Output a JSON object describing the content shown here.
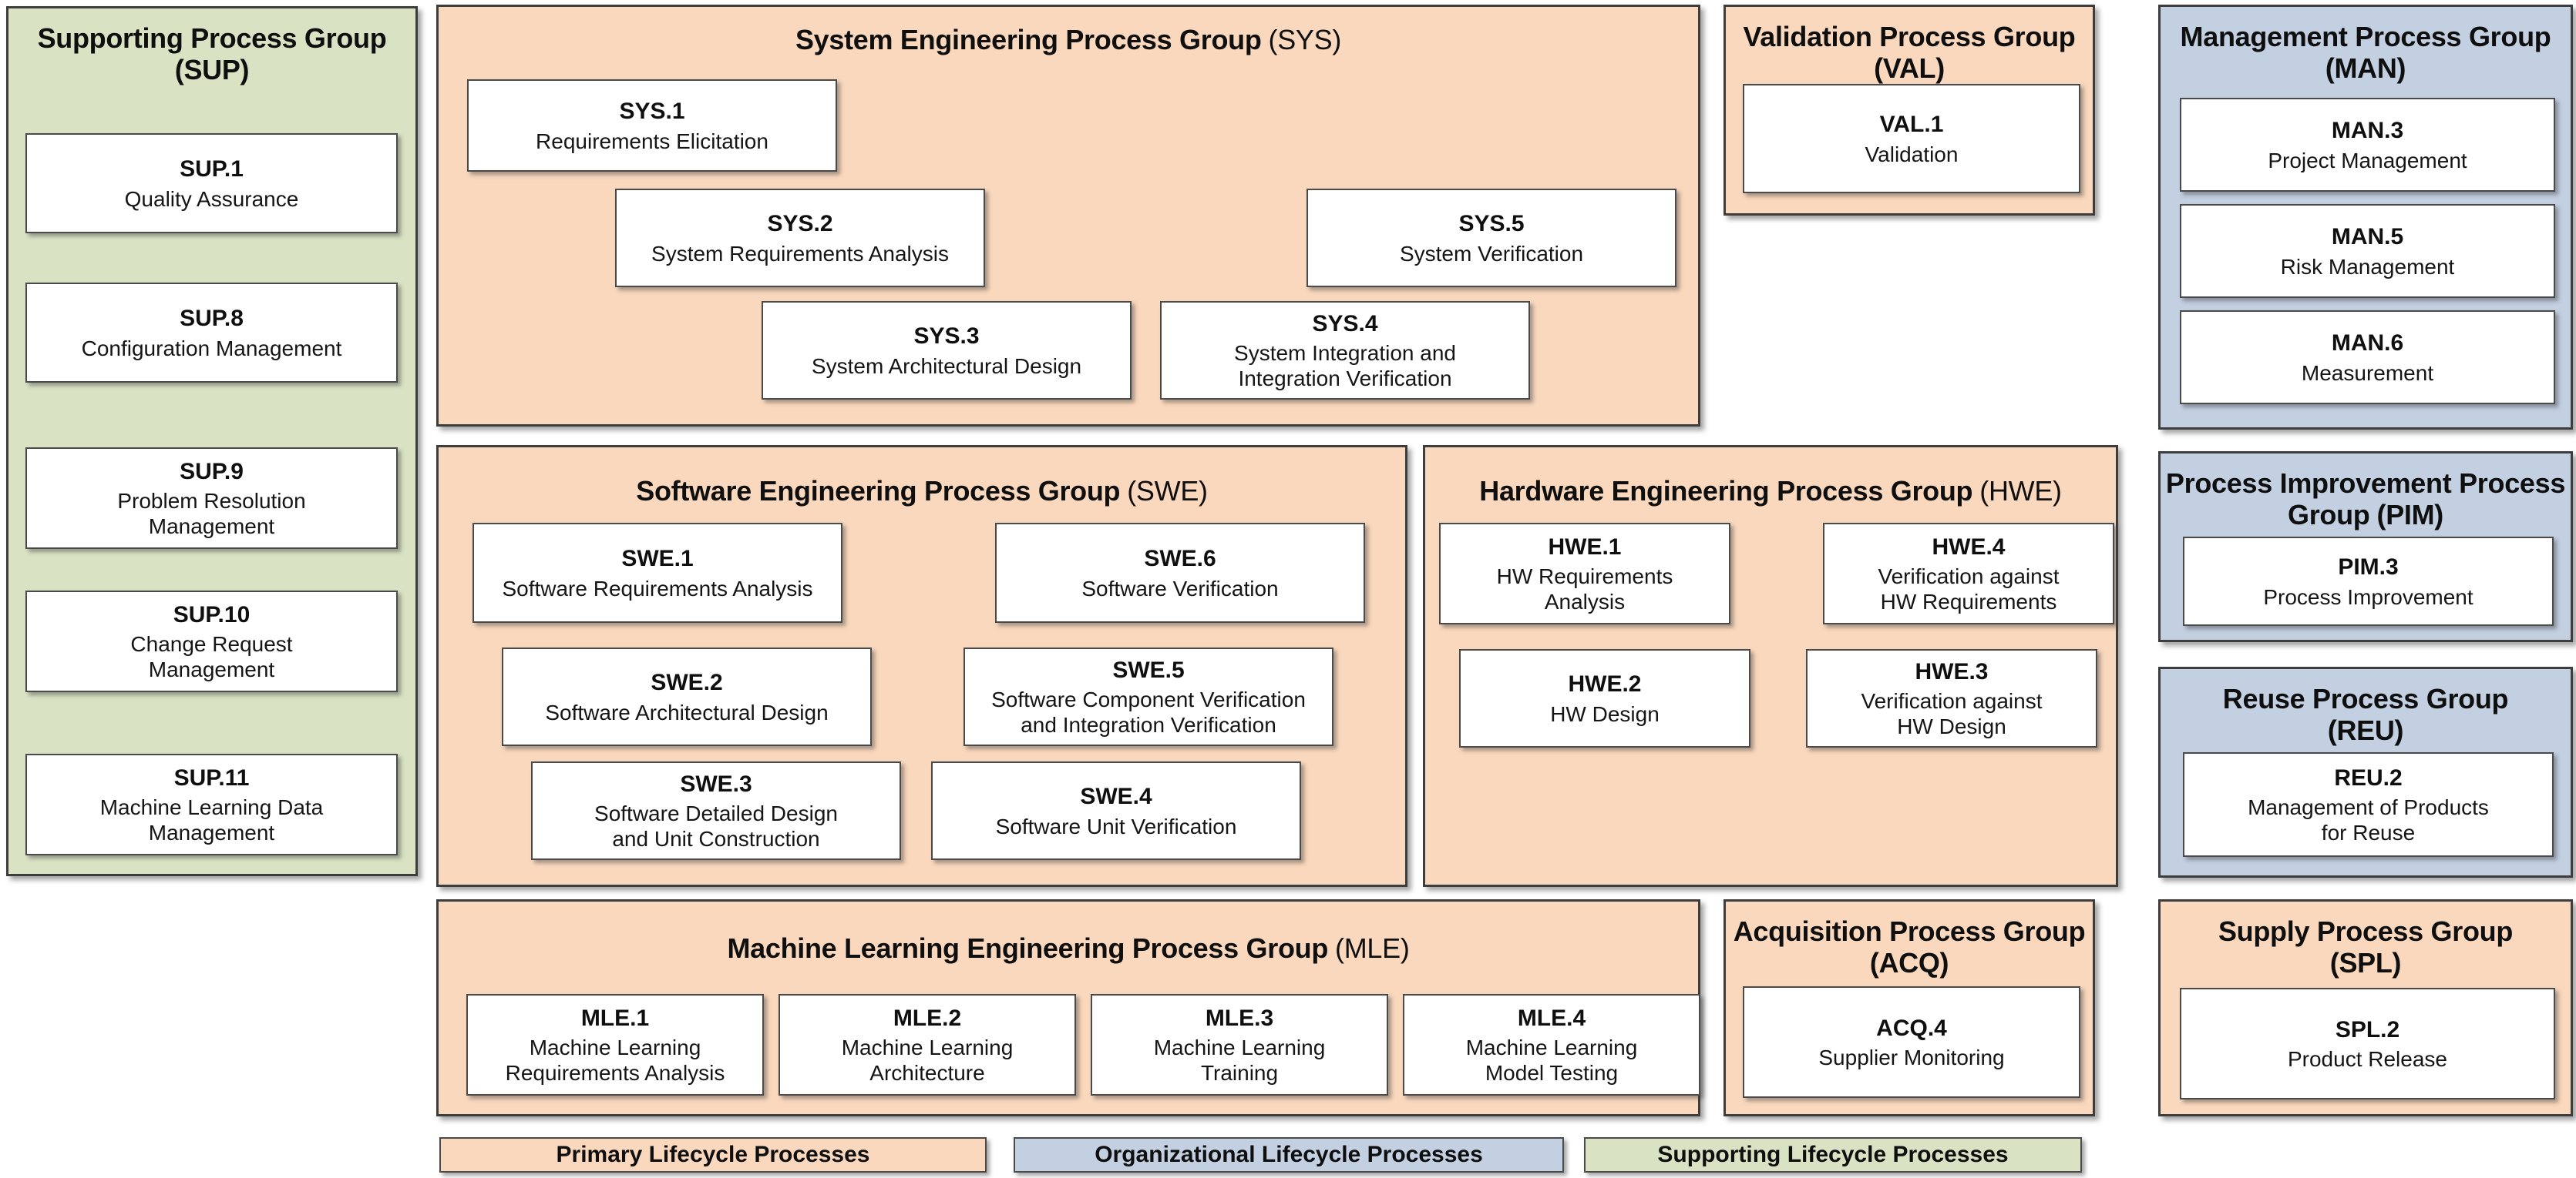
{
  "colors": {
    "primary_lifecycle": "#FAD8BD",
    "organizational_lifecycle": "#C2D0E2",
    "supporting_lifecycle": "#D9E3C4",
    "border": "#3d3d3d",
    "box_background": "#ffffff",
    "text": "#0f0f0f"
  },
  "groups": {
    "sup": {
      "name": "Supporting Process Group",
      "abbr": "(SUP)",
      "category": "supporting",
      "boxes": [
        {
          "code": "SUP.1",
          "title": "Quality Assurance"
        },
        {
          "code": "SUP.8",
          "title": "Configuration Management"
        },
        {
          "code": "SUP.9",
          "title": "Problem Resolution\nManagement"
        },
        {
          "code": "SUP.10",
          "title": "Change Request\nManagement"
        },
        {
          "code": "SUP.11",
          "title": "Machine Learning Data\nManagement"
        }
      ]
    },
    "sys": {
      "name": "System Engineering Process Group",
      "abbr": "(SYS)",
      "category": "primary",
      "boxes": [
        {
          "code": "SYS.1",
          "title": "Requirements Elicitation"
        },
        {
          "code": "SYS.2",
          "title": "System Requirements Analysis"
        },
        {
          "code": "SYS.5",
          "title": "System Verification"
        },
        {
          "code": "SYS.3",
          "title": "System Architectural Design"
        },
        {
          "code": "SYS.4",
          "title": "System Integration and\nIntegration Verification"
        }
      ]
    },
    "val": {
      "name": "Validation Process Group",
      "abbr": "(VAL)",
      "category": "primary",
      "boxes": [
        {
          "code": "VAL.1",
          "title": "Validation"
        }
      ]
    },
    "man": {
      "name": "Management Process Group",
      "abbr": "(MAN)",
      "category": "organizational",
      "boxes": [
        {
          "code": "MAN.3",
          "title": "Project Management"
        },
        {
          "code": "MAN.5",
          "title": "Risk Management"
        },
        {
          "code": "MAN.6",
          "title": "Measurement"
        }
      ]
    },
    "swe": {
      "name": "Software Engineering Process Group",
      "abbr": "(SWE)",
      "category": "primary",
      "boxes": [
        {
          "code": "SWE.1",
          "title": "Software Requirements Analysis"
        },
        {
          "code": "SWE.6",
          "title": "Software Verification"
        },
        {
          "code": "SWE.2",
          "title": "Software Architectural Design"
        },
        {
          "code": "SWE.5",
          "title": "Software Component Verification\nand Integration Verification"
        },
        {
          "code": "SWE.3",
          "title": "Software Detailed Design\nand Unit Construction"
        },
        {
          "code": "SWE.4",
          "title": "Software Unit Verification"
        }
      ]
    },
    "hwe": {
      "name": "Hardware Engineering Process Group",
      "abbr": "(HWE)",
      "category": "primary",
      "boxes": [
        {
          "code": "HWE.1",
          "title": "HW Requirements\nAnalysis"
        },
        {
          "code": "HWE.4",
          "title": "Verification against\nHW Requirements"
        },
        {
          "code": "HWE.2",
          "title": "HW Design"
        },
        {
          "code": "HWE.3",
          "title": "Verification against\nHW Design"
        }
      ]
    },
    "pim": {
      "name": "Process Improvement Process Group",
      "abbr": "(PIM)",
      "category": "organizational",
      "boxes": [
        {
          "code": "PIM.3",
          "title": "Process Improvement"
        }
      ]
    },
    "reu": {
      "name": "Reuse Process Group",
      "abbr": "(REU)",
      "category": "organizational",
      "boxes": [
        {
          "code": "REU.2",
          "title": "Management of Products\nfor Reuse"
        }
      ]
    },
    "mle": {
      "name": "Machine Learning Engineering Process Group",
      "abbr": "(MLE)",
      "category": "primary",
      "boxes": [
        {
          "code": "MLE.1",
          "title": "Machine Learning\nRequirements Analysis"
        },
        {
          "code": "MLE.2",
          "title": "Machine Learning\nArchitecture"
        },
        {
          "code": "MLE.3",
          "title": "Machine Learning\nTraining"
        },
        {
          "code": "MLE.4",
          "title": "Machine Learning\nModel Testing"
        }
      ]
    },
    "acq": {
      "name": "Acquisition Process Group",
      "abbr": "(ACQ)",
      "category": "primary",
      "boxes": [
        {
          "code": "ACQ.4",
          "title": "Supplier Monitoring"
        }
      ]
    },
    "spl": {
      "name": "Supply Process Group",
      "abbr": "(SPL)",
      "category": "primary",
      "boxes": [
        {
          "code": "SPL.2",
          "title": "Product Release"
        }
      ]
    }
  },
  "legend": {
    "primary": "Primary Lifecycle Processes",
    "organizational": "Organizational Lifecycle Processes",
    "supporting": "Supporting Lifecycle Processes"
  }
}
